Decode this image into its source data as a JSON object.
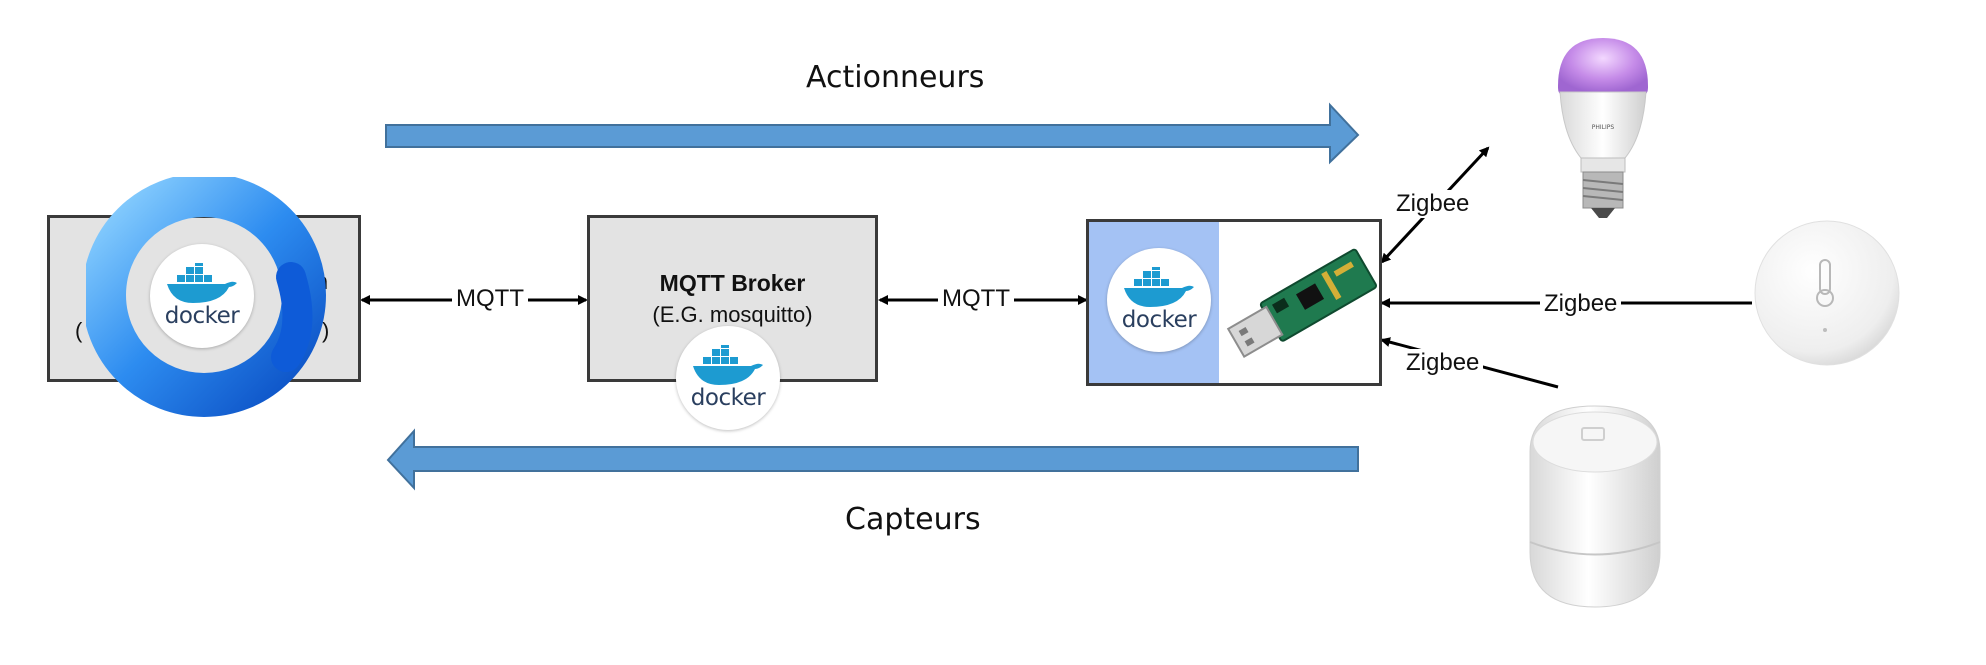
{
  "flows": {
    "top_label": "Actionneurs",
    "bottom_label": "Capteurs"
  },
  "connections": {
    "left_protocol": "MQTT",
    "middle_protocol": "MQTT",
    "zigbee_bulb": "Zigbee",
    "zigbee_temp": "Zigbee",
    "zigbee_motion": "Zigbee"
  },
  "boxes": {
    "left": {
      "partial_title": "H",
      "partial_title_end": "n",
      "partial_sub_start": "(",
      "partial_sub_end": ")"
    },
    "broker": {
      "title": "MQTT Broker",
      "subtitle": "(E.G. mosquitto)"
    }
  },
  "docker": {
    "label": "docker"
  },
  "devices": {
    "bulb_brand": "PHILIPS"
  },
  "colors": {
    "flow_arrow": "#5b9bd5",
    "box_fill": "#e3e3e3",
    "home_assistant_blue": "#1a73e8",
    "usb_panel": "#a4c2f4"
  }
}
